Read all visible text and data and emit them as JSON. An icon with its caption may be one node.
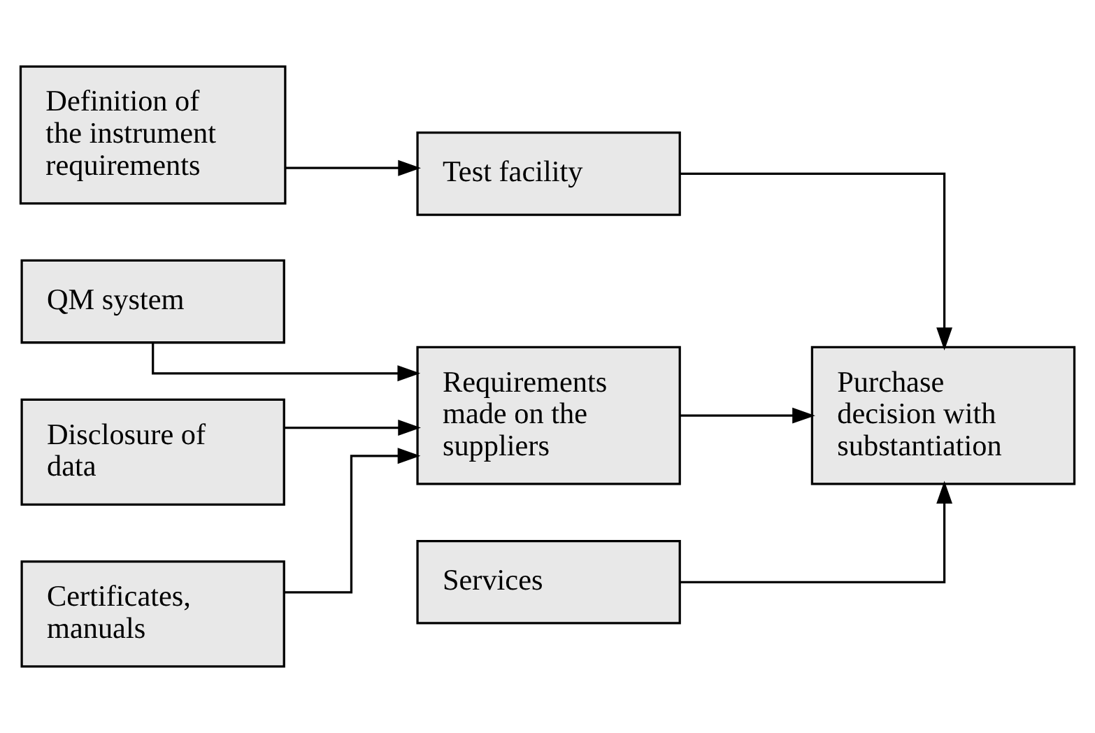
{
  "diagram": {
    "nodes": [
      {
        "text": [
          "Definition of the instrument requirements"
        ]
      },
      {
        "text": [
          "Test facility"
        ]
      },
      {
        "text": [
          "QM system"
        ]
      },
      {
        "text": [
          "Disclosure of data"
        ]
      },
      {
        "text": [
          "Requirements made on the suppliers"
        ]
      },
      {
        "text": [
          "Certificates, manuals"
        ]
      },
      {
        "text": [
          "Purchase decision with substantiation"
        ]
      },
      {
        "text": [
          "Services"
        ]
      }
    ],
    "edges": [
      {
        "from": 0,
        "to": 1,
        "arrow": "to"
      },
      {
        "from": 1,
        "to": 6,
        "arrow": "to"
      },
      {
        "from": 2,
        "to": 4,
        "arrow": "to"
      },
      {
        "from": 3,
        "to": 4,
        "arrow": "to"
      },
      {
        "from": 5,
        "to": 4,
        "arrow": "to"
      },
      {
        "from": 4,
        "to": 6,
        "arrow": "to"
      },
      {
        "from": 7,
        "to": 6,
        "arrow": "to"
      }
    ]
  }
}
